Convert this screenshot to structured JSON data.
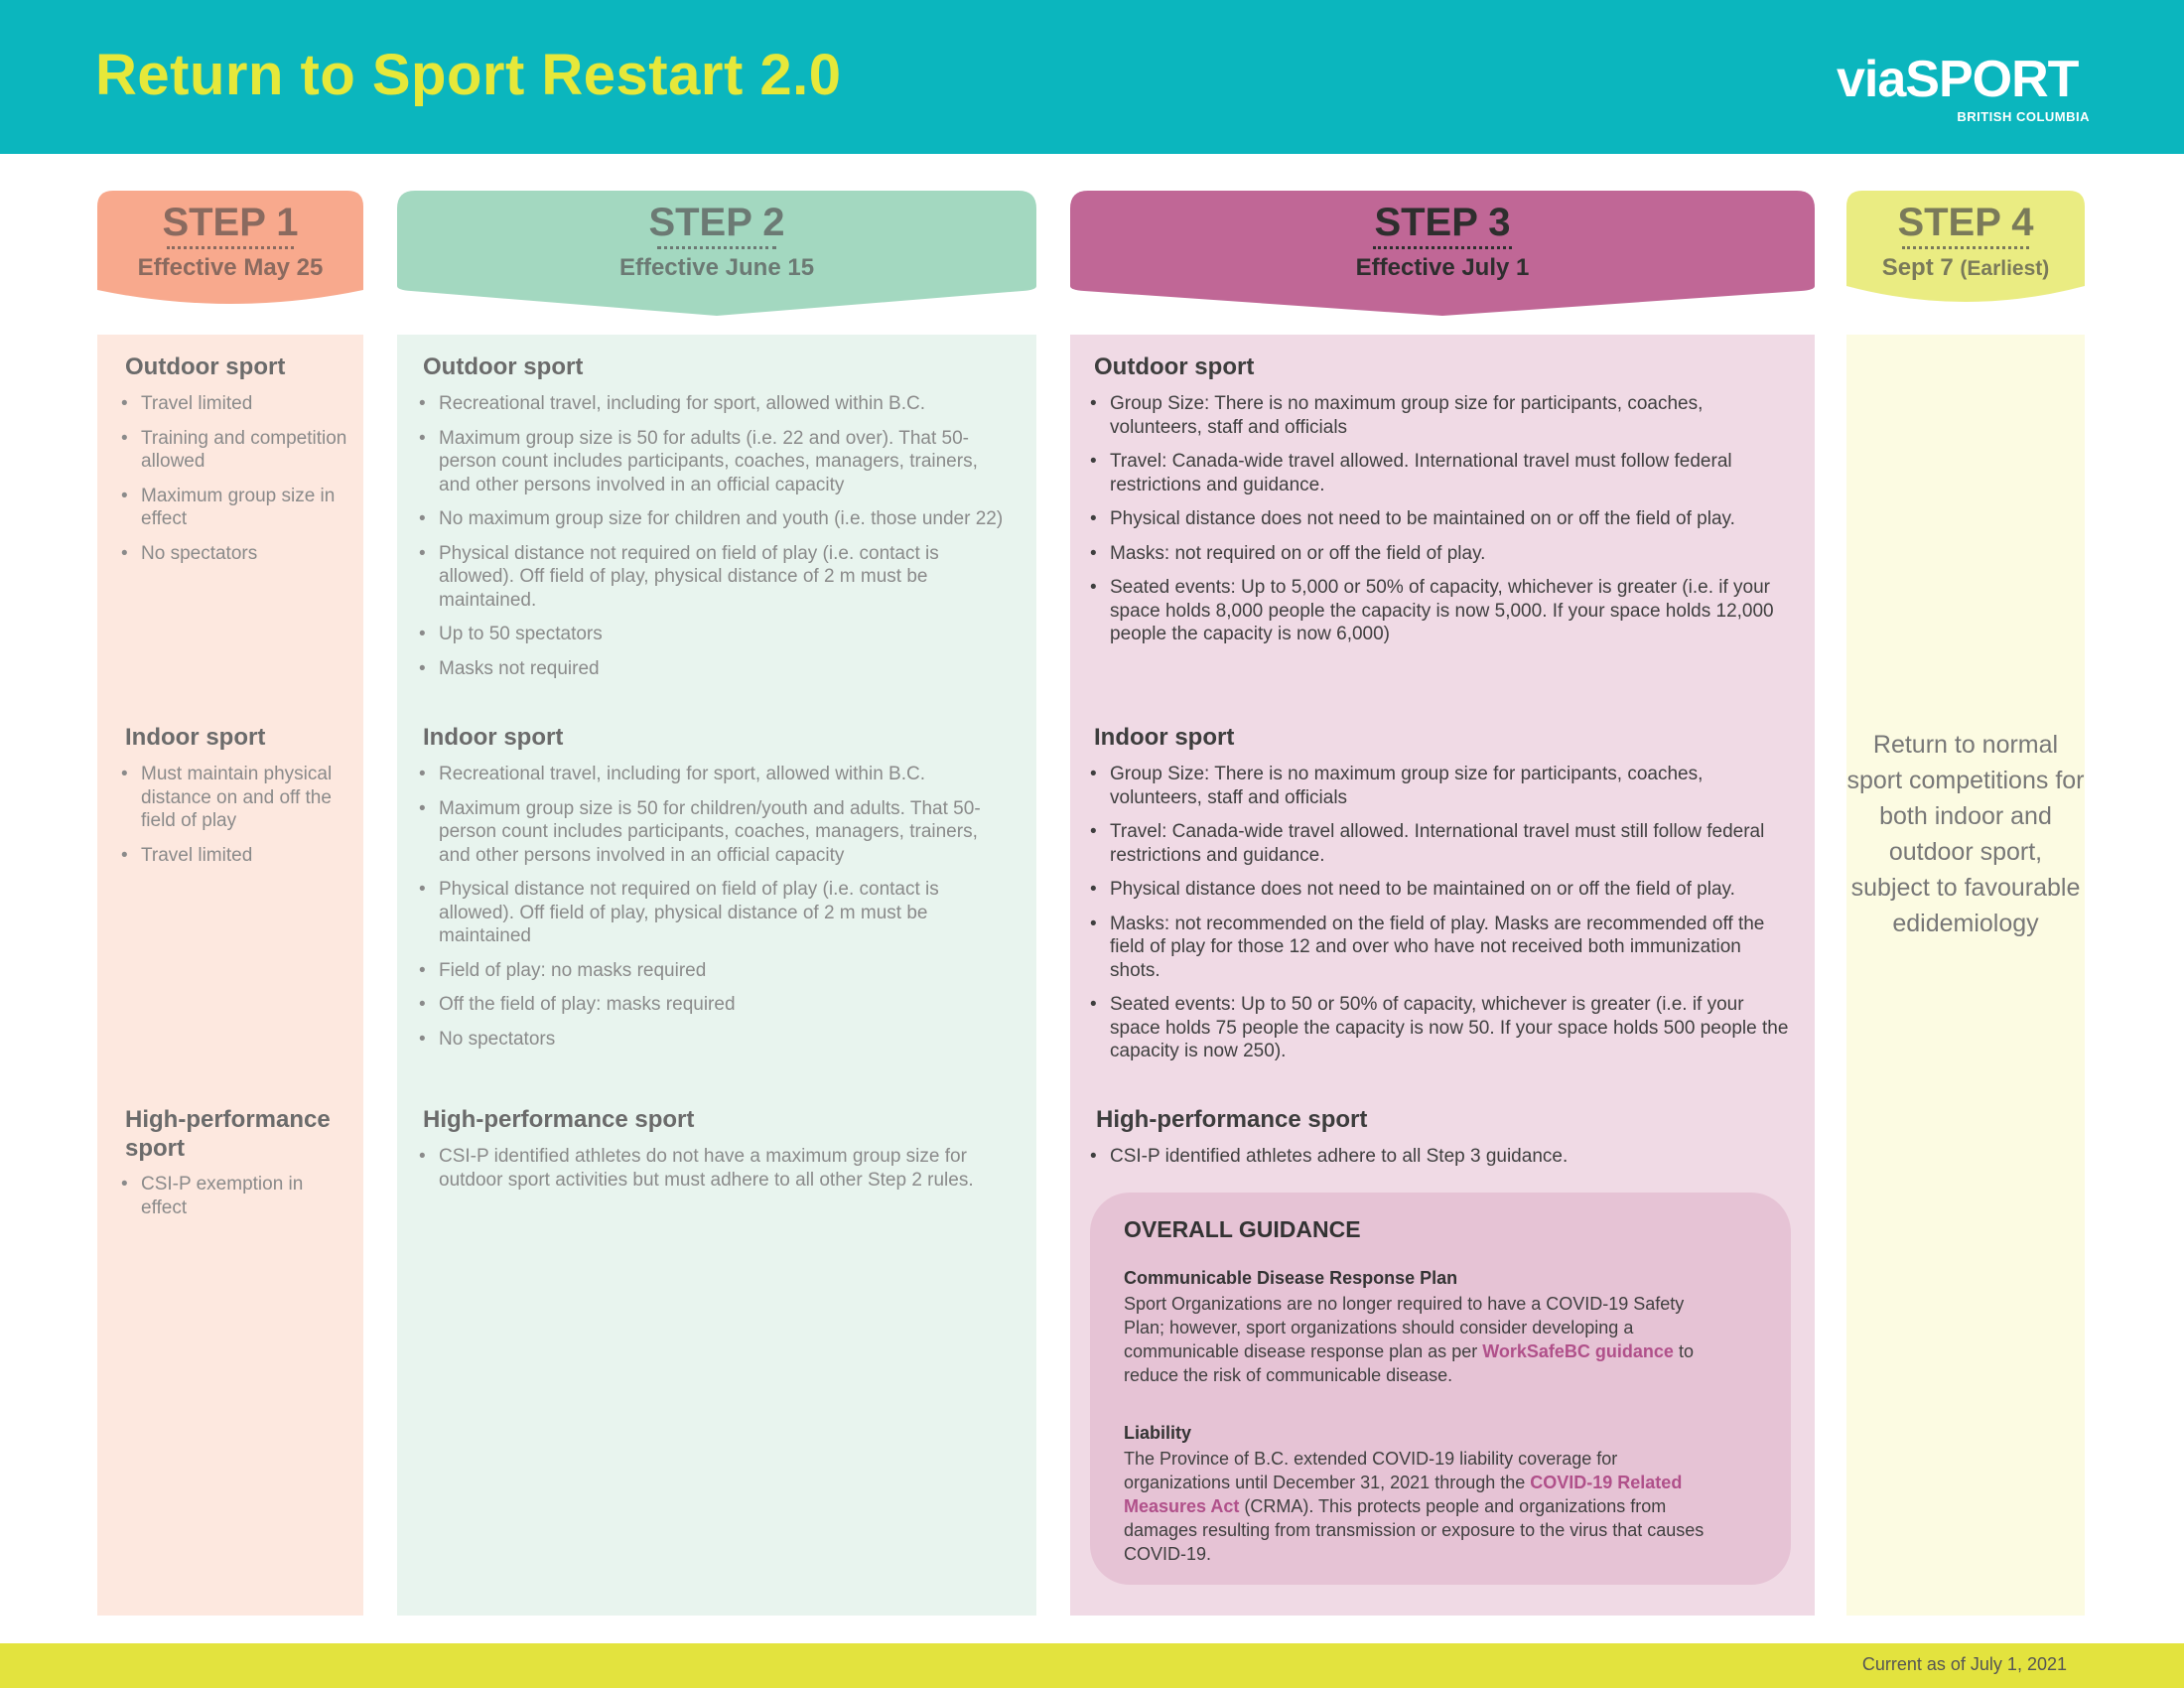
{
  "header": {
    "title": "Return to Sport Restart 2.0",
    "logo_text": "viaSPORT",
    "logo_subtext": "BRITISH COLUMBIA"
  },
  "colors": {
    "header_bg": "#0bb6be",
    "title": "#e6e83a",
    "step1": "#f8a98d",
    "step2": "#a3d8c0",
    "step3": "#c06796",
    "step4": "#eaec82",
    "footer": "#e3e33e"
  },
  "steps": [
    {
      "label": "STEP 1",
      "effective": "Effective May 25"
    },
    {
      "label": "STEP 2",
      "effective": "Effective June 15"
    },
    {
      "label": "STEP 3",
      "effective": "Effective July 1"
    },
    {
      "label": "STEP 4",
      "effective": "Sept 7",
      "effective_note": "(Earliest)"
    }
  ],
  "step1": {
    "outdoor": {
      "title": "Outdoor sport",
      "items": [
        "Travel limited",
        "Training and competition allowed",
        "Maximum group size in effect",
        "No spectators"
      ]
    },
    "indoor": {
      "title": "Indoor sport",
      "items": [
        "Must maintain physical distance on and off the field of play",
        "Travel limited"
      ]
    },
    "hp": {
      "title": "High-performance sport",
      "items": [
        "CSI-P exemption in effect"
      ]
    }
  },
  "step2": {
    "outdoor": {
      "title": "Outdoor sport",
      "items": [
        "Recreational travel, including for sport, allowed within B.C.",
        "Maximum group size is 50 for adults (i.e. 22 and over). That 50-person count includes participants, coaches, managers, trainers, and other persons involved in an official capacity",
        "No maximum group size for children and youth (i.e. those under 22)",
        "Physical distance not required on field of play (i.e. contact is allowed). Off field of play, physical distance of 2 m must be maintained.",
        "Up to 50 spectators",
        "Masks not required"
      ]
    },
    "indoor": {
      "title": "Indoor sport",
      "items": [
        "Recreational travel, including for sport, allowed within B.C.",
        "Maximum group size is 50 for children/youth and adults. That 50-person count includes participants, coaches, managers, trainers, and other persons involved in an official capacity",
        "Physical distance not required on field of play (i.e. contact is allowed). Off field of play, physical distance of 2 m must be maintained",
        "Field of play: no masks required",
        "Off the field of play: masks required",
        "No spectators"
      ]
    },
    "hp": {
      "title": "High-performance sport",
      "items": [
        "CSI-P identified athletes do not have a maximum group size for outdoor sport activities but must adhere to all other Step 2 rules."
      ]
    }
  },
  "step3": {
    "outdoor": {
      "title": "Outdoor sport",
      "items": [
        "Group Size: There is no maximum group size for participants, coaches, volunteers, staff and officials",
        "Travel: Canada-wide travel allowed. International travel must follow federal restrictions and guidance.",
        "Physical distance does not need to be maintained on or off the field of play.",
        "Masks: not required on or off the field of play.",
        "Seated events: Up to 5,000 or 50% of capacity, whichever is greater (i.e. if your space holds 8,000 people the capacity is now 5,000. If your space holds 12,000 people the capacity is now 6,000)"
      ]
    },
    "indoor": {
      "title": "Indoor sport",
      "items": [
        "Group Size: There is no maximum group size for participants, coaches, volunteers, staff and officials",
        "Travel: Canada-wide travel allowed. International travel must still follow federal restrictions and guidance.",
        "Physical distance does not need to be maintained on or off the field of play.",
        "Masks: not recommended on the field of play. Masks are recommended off the field of play for those 12 and over who have not received both immunization shots.",
        "Seated events: Up to 50 or 50% of capacity, whichever is greater (i.e. if your space holds 75 people the capacity is now 50. If your space holds 500 people the capacity is now 250)."
      ]
    },
    "hp": {
      "title": "High-performance sport",
      "items": [
        "CSI-P identified athletes adhere to all Step 3 guidance."
      ]
    },
    "guidance": {
      "title": "OVERALL GUIDANCE",
      "plan_title": "Communicable Disease Response Plan",
      "plan_text_1": "Sport Organizations are no longer required to have a COVID-19 Safety Plan; however, sport organizations should consider developing a communicable disease response plan as per ",
      "plan_link": "WorkSafeBC guidance",
      "plan_text_2": " to reduce the risk of communicable disease.",
      "liability_title": "Liability",
      "liability_text_1": "The Province of B.C. extended COVID-19 liability coverage for organizations until December 31, 2021 through the ",
      "liability_link": "COVID-19 Related Measures Act",
      "liability_text_2": " (CRMA). This protects people and organizations from damages resulting from transmission or exposure to the virus that causes COVID-19."
    }
  },
  "step4": {
    "text": "Return to normal sport competitions for both indoor and outdoor sport, subject to favourable edidemiology"
  },
  "footer": {
    "text": "Current as of July 1, 2021"
  }
}
